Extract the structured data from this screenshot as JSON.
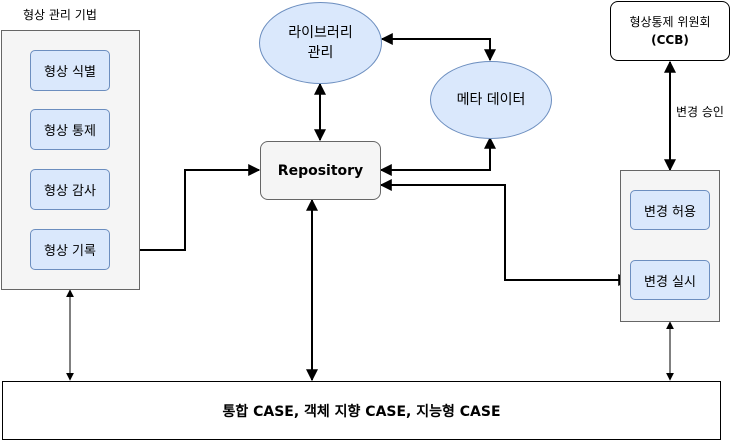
{
  "left_group": {
    "title": "형상 관리 기법",
    "steps": [
      "형상 식별",
      "형상 통제",
      "형상 감사",
      "형상 기록"
    ]
  },
  "repository": {
    "label": "Repository"
  },
  "library": {
    "line1": "라이브러리",
    "line2": "관리"
  },
  "meta": {
    "label": "메타 데이터"
  },
  "ccb": {
    "line1": "형상통제 위원회",
    "line2": "(CCB)"
  },
  "approval_label": "변경 승인",
  "right_group": {
    "steps": [
      "변경 허용",
      "변경 실시"
    ]
  },
  "bottom": {
    "label": "통합 CASE, 객체 지향 CASE, 지능형 CASE"
  }
}
